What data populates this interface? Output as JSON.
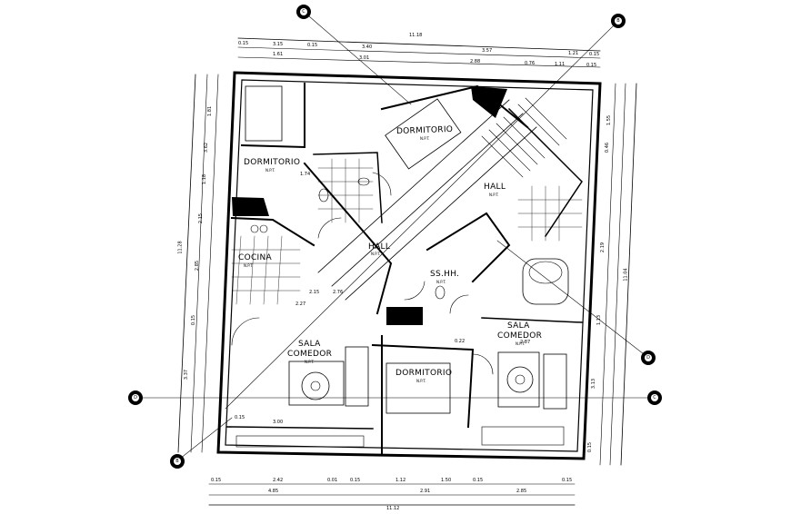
{
  "rooms": {
    "dormitorio_a": "DORMITORIO",
    "dormitorio_b": "DORMITORIO",
    "dormitorio_c": "DORMITORIO",
    "hall_a": "HALL",
    "hall_b": "HALL",
    "cocina": "COCINA",
    "sshh": "SS.HH.",
    "sala_comedor_a_1": "SALA",
    "sala_comedor_a_2": "COMEDOR",
    "sala_comedor_b_1": "SALA",
    "sala_comedor_b_2": "COMEDOR"
  },
  "levels": {
    "dormitorio_a": "N.P.T.",
    "dormitorio_b": "N.P.T.",
    "dormitorio_c": "N.P.T.",
    "hall_a": "N.P.T.",
    "hall_b": "N.P.T.",
    "cocina": "N.P.T.",
    "sshh": "N.P.T.",
    "sala_a": "N.P.T.",
    "sala_b": "N.P.T."
  },
  "axes": {
    "top_left": "C",
    "top_right": "B",
    "right_mid": "C",
    "right_low": "D",
    "left_low": "D",
    "bottom_left": "B"
  },
  "dimensions": {
    "top_overall": "11.18",
    "top_row1": [
      "0.15",
      "3.15",
      "0.15",
      "3.40",
      "3.57",
      "1.21",
      "0.15"
    ],
    "top_row2": [
      "1.61",
      "3.01",
      "2.88",
      "0.76",
      "1.11",
      "0.15"
    ],
    "bottom_row1": [
      "0.15",
      "2.42",
      "0.01",
      "0.15",
      "1.12",
      "1.50",
      "0.15",
      "0.15"
    ],
    "bottom_row2": [
      "4.85",
      "2.91",
      "2.85"
    ],
    "bottom_overall": "11.12",
    "left_overall": "11.28",
    "left_row": [
      "1.81",
      "3.62",
      "1.18",
      "2.15",
      "2.85",
      "0.15",
      "3.37"
    ],
    "right_overall": "11.04",
    "right_row": [
      "1.55",
      "0.46",
      "2.19",
      "1.13",
      "3.13",
      "0.15"
    ],
    "misc": [
      "2.76",
      "2.27",
      "0.22",
      "2.87",
      "2.15",
      "1.74",
      "3.00",
      "0.15"
    ]
  }
}
